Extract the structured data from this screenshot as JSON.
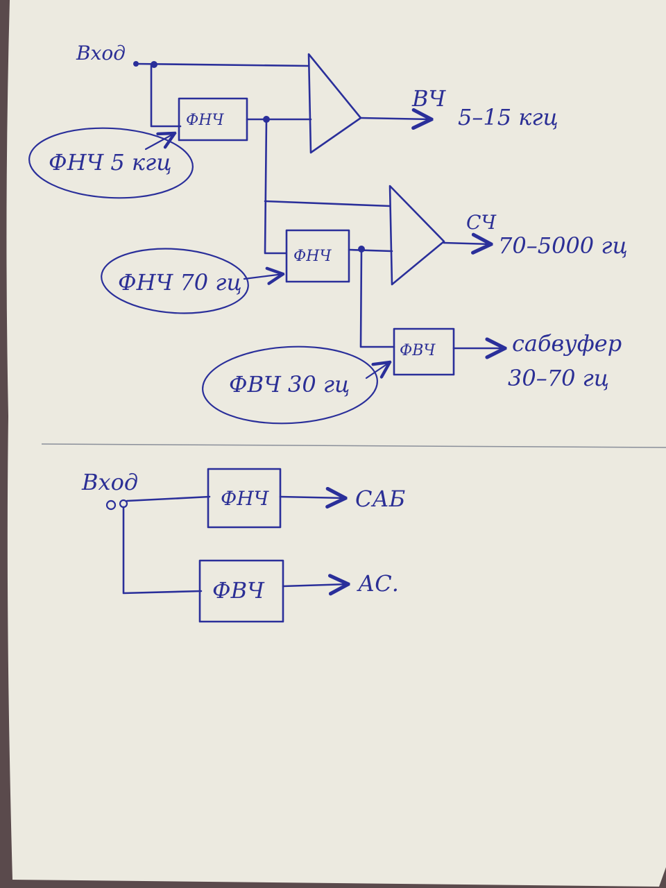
{
  "colors": {
    "paper": "#eceae0",
    "ink": "#2a2f9a",
    "background": "#5a4a4c"
  },
  "diagram1": {
    "input_label": "Вход",
    "lpf_block_label": "ФНЧ",
    "lpf_note": "ФНЧ 5 кгц",
    "hf_output": "ВЧ",
    "hf_range": "5–15 кгц",
    "lpf2_block_label": "ФНЧ",
    "lpf2_note": "ФНЧ 70 гц",
    "mf_output": "СЧ",
    "mf_range": "70–5000 гц",
    "hpf_block_label": "ФВЧ",
    "hpf_note": "ФВЧ 30 гц",
    "sub_output": "сабвуфер",
    "sub_range": "30–70 гц"
  },
  "diagram2": {
    "input_label": "Вход",
    "lpf_block_label": "ФНЧ",
    "sub_output": "САБ",
    "hpf_block_label": "ФВЧ",
    "speaker_output": "АС."
  }
}
